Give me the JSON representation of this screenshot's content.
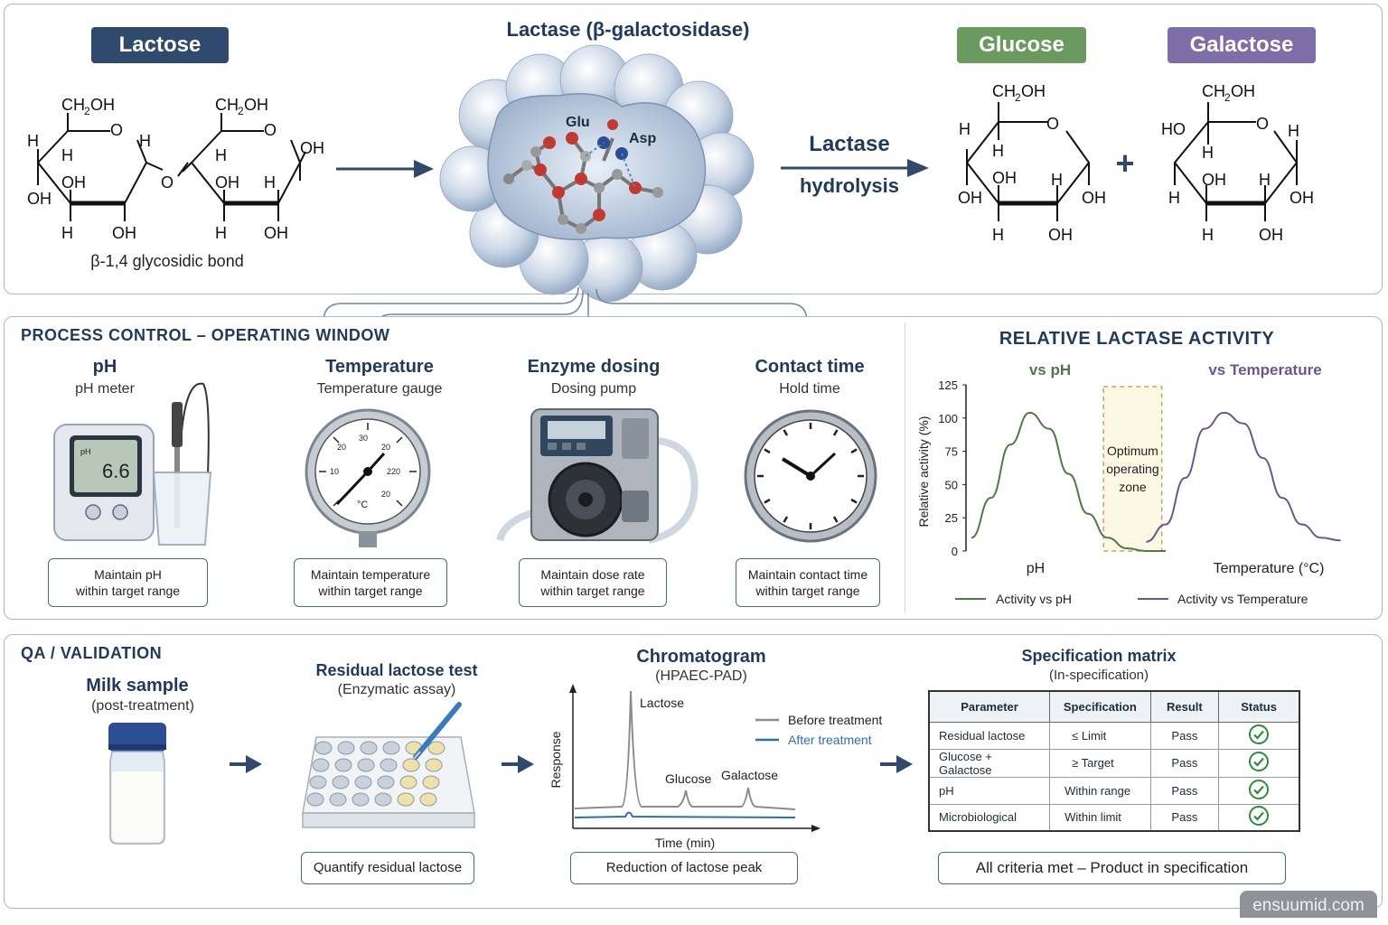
{
  "top": {
    "lactose_label": "Lactose",
    "enzyme_title": "Lactase (β-galactosidase)",
    "bond_label": "β-1,4 glycosidic bond",
    "glu_label": "Glu",
    "asp_label": "Asp",
    "reaction_line1": "Lactase",
    "reaction_line2": "hydrolysis",
    "glucose_label": "Glucose",
    "galactose_label": "Galactose",
    "plus": "+",
    "colors": {
      "lactose": "#2f4a6c",
      "glucose": "#6a9a5e",
      "galactose": "#7d6ea8"
    }
  },
  "process": {
    "heading": "PROCESS CONTROL – OPERATING WINDOW",
    "columns": [
      {
        "title": "pH",
        "subtitle": "pH meter",
        "box_line1": "Maintain pH",
        "box_line2": "within target range",
        "device_text": "6.6",
        "device_label": "pH"
      },
      {
        "title": "Temperature",
        "subtitle": "Temperature gauge",
        "box_line1": "Maintain temperature",
        "box_line2": "within target range",
        "gauge_ticks": [
          "20",
          "30",
          "10",
          "20",
          "220",
          "20"
        ],
        "gauge_unit": "°C"
      },
      {
        "title": "Enzyme dosing",
        "subtitle": "Dosing pump",
        "box_line1": "Maintain dose rate",
        "box_line2": "within target range"
      },
      {
        "title": "Contact time",
        "subtitle": "Hold time",
        "box_line1": "Maintain contact time",
        "box_line2": "within target range"
      }
    ]
  },
  "activity": {
    "heading": "RELATIVE LACTASE ACTIVITY",
    "vs_ph": "vs pH",
    "vs_temp": "vs Temperature",
    "zone_line1": "Optimum",
    "zone_line2": "operating",
    "zone_line3": "zone",
    "legend_ph": "Activity vs pH",
    "legend_temp": "Activity vs Temperature"
  },
  "chart_data": {
    "type": "line",
    "ylabel": "Relative activity (%)",
    "xlabel_left": "pH",
    "xlabel_right": "Temperature (°C)",
    "yticks": [
      0,
      25,
      50,
      75,
      100,
      125
    ],
    "ylim": [
      0,
      125
    ],
    "x": [
      0,
      0.1,
      0.2,
      0.3,
      0.4,
      0.5,
      0.6,
      0.7,
      0.8,
      0.9,
      1.0
    ],
    "series": [
      {
        "name": "Activity vs pH",
        "color": "#4e7a43",
        "x": [
          0,
          0.05,
          0.1,
          0.15,
          0.2,
          0.25,
          0.3,
          0.35,
          0.4,
          0.45,
          0.5
        ],
        "values": [
          10,
          40,
          80,
          104,
          92,
          58,
          28,
          10,
          2,
          0,
          0
        ]
      },
      {
        "name": "Activity vs Temperature",
        "color": "#6a578f",
        "x": [
          0.45,
          0.5,
          0.55,
          0.6,
          0.65,
          0.7,
          0.75,
          0.8,
          0.85,
          0.9,
          0.95
        ],
        "values": [
          7,
          20,
          55,
          92,
          104,
          96,
          70,
          40,
          20,
          10,
          8
        ]
      }
    ],
    "optimum_zone": {
      "x": [
        0.34,
        0.49
      ]
    }
  },
  "qa": {
    "heading": "QA / VALIDATION",
    "milk_title": "Milk sample",
    "milk_sub": "(post-treatment)",
    "residual_title": "Residual lactose test",
    "residual_sub": "(Enzymatic assay)",
    "residual_box": "Quantify residual lactose",
    "chrom_title": "Chromatogram",
    "chrom_sub": "(HPAEC-PAD)",
    "chrom_ylabel": "Response",
    "chrom_xlabel": "Time (min)",
    "peak_lactose": "Lactose",
    "peak_glucose": "Glucose",
    "peak_galactose": "Galactose",
    "legend_before": "Before treatment",
    "legend_after": "After treatment",
    "chrom_box": "Reduction of lactose peak",
    "spec_title": "Specification matrix",
    "spec_sub": "(In-specification)",
    "spec_headers": [
      "Parameter",
      "Specification",
      "Result",
      "Status"
    ],
    "spec_rows": [
      {
        "param": "Residual lactose",
        "spec": "≤ Limit",
        "result": "Pass"
      },
      {
        "param": "Glucose + Galactose",
        "spec": "≥ Target",
        "result": "Pass"
      },
      {
        "param": "pH",
        "spec": "Within range",
        "result": "Pass"
      },
      {
        "param": "Microbiological",
        "spec": "Within limit",
        "result": "Pass"
      }
    ],
    "summary": "All criteria met – Product in specification"
  },
  "watermark": "ensuumid.com"
}
